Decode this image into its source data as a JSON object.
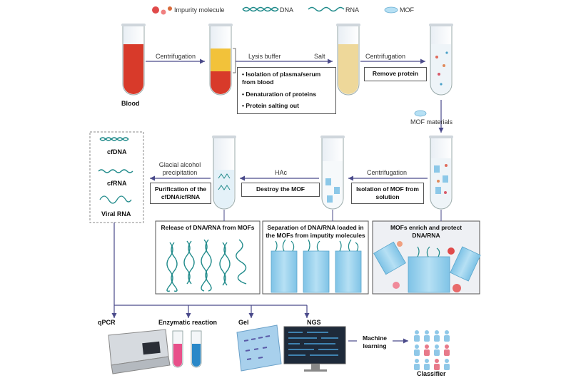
{
  "legend": {
    "impurity": "Impurity molecule",
    "dna": "DNA",
    "rna": "RNA",
    "mof": "MOF"
  },
  "steps": {
    "blood": "Blood",
    "centrifugation": "Centrifugation",
    "lysis_buffer": "Lysis buffer",
    "salt": "Salt",
    "isolation_plasma": "Isolation of plasma/serum from blood",
    "denaturation": "Denaturation of proteins",
    "salting_out": "Protein salting out",
    "remove_protein": "Remove protein",
    "mof_materials": "MOF materials",
    "hac": "HAc",
    "glacial": "Glacial alcohol precipitation",
    "purification": "Purification of the cfDNA/cfRNA",
    "destroy_mof": "Destroy the MOF",
    "isolation_mof": "Isolation of MOF from solution",
    "release": "Release of DNA/RNA from MOFs",
    "separation": "Separation of DNA/RNA loaded in the MOFs from imputity molecules",
    "enrich": "MOFs enrich and protect DNA/RNA"
  },
  "products": {
    "cfdna": "cfDNA",
    "cfrna": "cfRNA",
    "viral": "Viral RNA"
  },
  "outputs": {
    "qpcr": "qPCR",
    "enzymatic": "Enzymatic reaction",
    "gel": "Gel",
    "ngs": "NGS",
    "ml": "Machine learning",
    "classifier": "Classifier"
  },
  "colors": {
    "arrow": "#4a4a8a",
    "dna": "#1f8a8a",
    "mof": "#9fd4ee",
    "blood": "#d83a2a",
    "plasma": "#f2c23a"
  }
}
